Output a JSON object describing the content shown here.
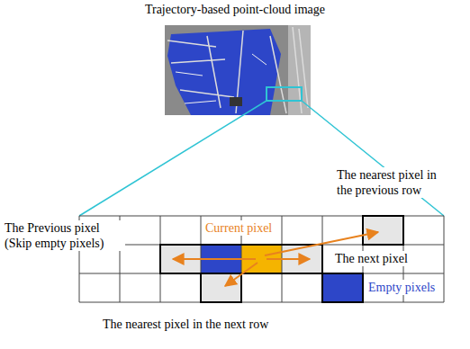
{
  "diagram": {
    "title": "Trajectory-based point-cloud image",
    "labels": [
      "The nearest pixel in the previous row",
      "Current pixel",
      "The Previous pixel (Skip empty pixels)",
      "The next pixel",
      "Empty pixels",
      "The nearest pixel in the next row"
    ]
  }
}
